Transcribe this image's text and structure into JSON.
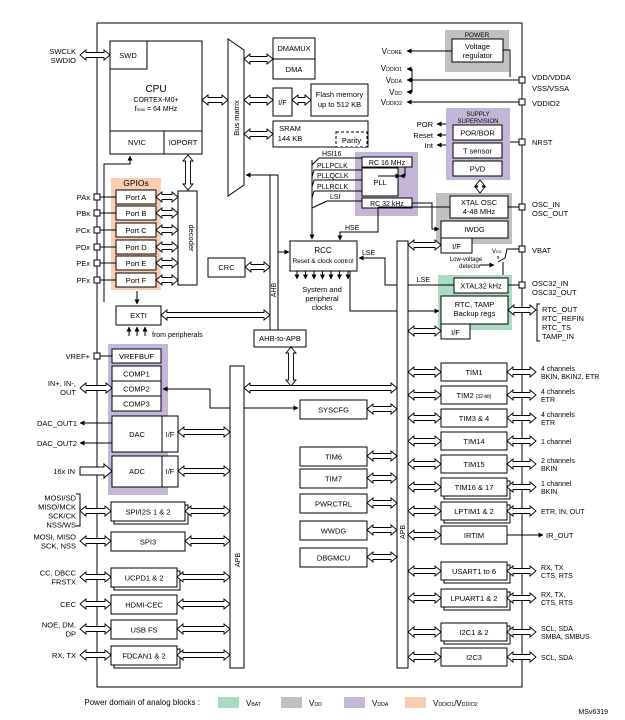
{
  "cpu": {
    "swd": "SWD",
    "title": "CPU",
    "core": "CORTEX-M0+",
    "f": "f",
    "fsub": "max",
    "fval": " = 64 MHz",
    "nvic": "NVIC",
    "ioport": "IOPORT"
  },
  "swd_pins": [
    "SWCLK",
    "SWDIO"
  ],
  "bus_matrix": "Bus matrix",
  "dmamux": "DMAMUX",
  "dma": "DMA",
  "flash_if": "I/F",
  "flash": [
    "Flash memory",
    "up to 512 KB"
  ],
  "sram": [
    "SRAM",
    "144 KB"
  ],
  "parity": "Parity",
  "gpio": {
    "title": "GPIOs",
    "ports": [
      "Port A",
      "Port B",
      "Port C",
      "Port D",
      "Port E",
      "Port F"
    ],
    "pins": [
      "PAx",
      "PBx",
      "PCx",
      "PDx",
      "PEx",
      "PFx"
    ],
    "decoder": "decoder"
  },
  "exti": "EXTI",
  "from_peripherals": "from peripherals",
  "crc": "CRC",
  "ahb": "AHB",
  "ahb_to_apb": "AHB-to-APB",
  "apb": "APB",
  "rcc": {
    "title": "RCC",
    "sub": "Reset & clock control",
    "outputs": [
      "System and",
      "peripheral",
      "clocks"
    ],
    "hse": "HSE",
    "lse": "LSE",
    "lse2": "LSE"
  },
  "clocks": {
    "hsi16": "HSI16",
    "pllpclk": "PLLPCLK",
    "pllqclk": "PLLQCLK",
    "pllrclk": "PLLRCLK",
    "lsi": "LSI",
    "rc16": "RC 16 MHz",
    "pll": "PLL",
    "rc32": "RC 32 kHz"
  },
  "power": {
    "title": "POWER",
    "regulator": [
      "Voltage",
      "regulator"
    ],
    "rails": [
      {
        "v": "V",
        "sub": "CORE"
      },
      {
        "v": "V",
        "sub": "DDIO1"
      },
      {
        "v": "V",
        "sub": "DDA"
      },
      {
        "v": "V",
        "sub": "DD"
      },
      {
        "v": "V",
        "sub": "DDIO2"
      }
    ]
  },
  "supervision": {
    "title": [
      "SUPPLY",
      "SUPERVISION"
    ],
    "blocks": [
      "POR/BOR",
      "T sensor",
      "PVD"
    ],
    "outputs": [
      "POR",
      "Reset",
      "Int"
    ]
  },
  "backup": {
    "osc": [
      "XTAL OSC",
      "4-48 MHz"
    ],
    "iwdg": "IWDG",
    "iwdg_if": "I/F",
    "vdd": {
      "v": "V",
      "sub": "DD"
    },
    "lvd": [
      "Low-voltage",
      "detector"
    ],
    "xtal32": "XTAL32 kHz",
    "rtc": [
      "RTC, TAMP",
      "Backup regs"
    ],
    "rtc_if": "I/F"
  },
  "right_pins": [
    "VDD/VDDA",
    "VSS/VSSA",
    "VDDIO2",
    "NRST",
    "OSC_IN",
    "OSC_OUT",
    "VBAT",
    "OSC32_IN",
    "OSC32_OUT",
    "RTC_OUT",
    "RTC_REFIN",
    "RTC_TS",
    "TAMP_IN"
  ],
  "analog": {
    "vrefbuf": "VREFBUF",
    "comps": [
      "COMP1",
      "COMP2",
      "COMP3"
    ],
    "dac": "DAC",
    "dac_if": "I/F",
    "adc": "ADC",
    "adc_if": "I/F"
  },
  "left_pins": {
    "vref": "VREF+",
    "comp": [
      "IN+, IN-,",
      "OUT"
    ],
    "dac": [
      "DAC_OUT1",
      "DAC_OUT2"
    ],
    "adc": "16x IN",
    "spi": [
      "MOSI/SD",
      "MISO/MCK",
      "SCK/CK",
      "NSS/WS"
    ],
    "spi3": [
      "MOSI, MISO",
      "SCK, NSS"
    ],
    "ucpd": [
      "CC, DBCC",
      "FRSTX"
    ],
    "cec": "CEC",
    "usb": [
      "NOE, DM,",
      "DP"
    ],
    "can": "RX, TX"
  },
  "left_periph": [
    "SPI/I2S 1 & 2",
    "SPI3",
    "UCPD1 & 2",
    "HDMI-CEC",
    "USB FS",
    "FDCAN1 & 2"
  ],
  "mid_periph": [
    "SYSCFG",
    "TIM6",
    "TIM7",
    "PWRCTRL",
    "WWDG",
    "DBGMCU"
  ],
  "right_periph": [
    {
      "name": "TIM1",
      "io": [
        "4 channels",
        "BKIN, BKIN2, ETR"
      ]
    },
    {
      "name": "TIM2",
      "note": "(32-bit)",
      "io": [
        "4 channels",
        "ETR"
      ]
    },
    {
      "name": "TIM3 & 4",
      "io": [
        "4 channels",
        "ETR"
      ]
    },
    {
      "name": "TIM14",
      "io": [
        "1 channel"
      ]
    },
    {
      "name": "TIM15",
      "io": [
        "2 channels",
        "BKIN"
      ]
    },
    {
      "name": "TIM16 & 17",
      "io": [
        "1 channel",
        "BKIN"
      ]
    },
    {
      "name": "LPTIM1 & 2",
      "io": [
        "ETR, IN, OUT"
      ]
    },
    {
      "name": "IRTIM",
      "io": [
        "IR_OUT"
      ]
    },
    {
      "name": "USART1 to 6",
      "io": [
        "RX, TX",
        "CTS, RTS"
      ]
    },
    {
      "name": "LPUART1 & 2",
      "io": [
        "RX, TX,",
        "CTS, RTS"
      ]
    },
    {
      "name": "I2C1 & 2",
      "io": [
        "SCL, SDA",
        "SMBA, SMBUS"
      ]
    },
    {
      "name": "I2C3",
      "io": [
        "SCL, SDA"
      ]
    }
  ],
  "legend": {
    "title": "Power domain of analog blocks :",
    "items": [
      {
        "v": "V",
        "sub": "BAT",
        "color": "#a9dcc2"
      },
      {
        "v": "V",
        "sub": "DD",
        "color": "#c0c0c0"
      },
      {
        "v": "V",
        "sub": "DDA",
        "color": "#c3b6d6"
      },
      {
        "v": "V",
        "sub": "DDIO1",
        "v2": "/V",
        "sub2": "DDIO2",
        "color": "#f9cfb3"
      }
    ]
  },
  "figure_id": "MSv6319"
}
